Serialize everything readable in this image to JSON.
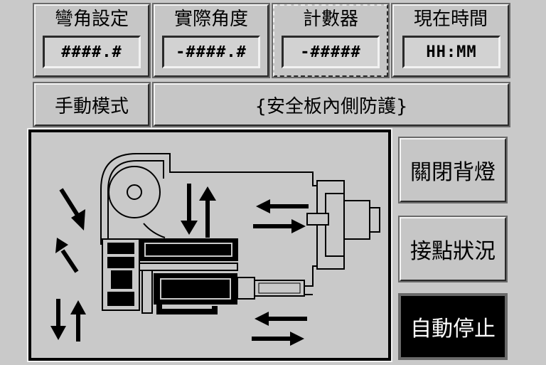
{
  "panels": {
    "bend_setting": {
      "title": "彎角設定",
      "value": "####.#"
    },
    "actual_angle": {
      "title": "實際角度",
      "value": "-####.#"
    },
    "counter": {
      "title": "計數器",
      "value": "-#####"
    },
    "current_time": {
      "title": "現在時間",
      "value": "HH:MM"
    }
  },
  "status": {
    "mode": "手動模式",
    "message": "{安全板內側防護}"
  },
  "buttons": {
    "backlight_off": "關閉背燈",
    "contact_status": "接點狀況",
    "auto_stop": "自動停止"
  },
  "colors": {
    "background": "#c9c9c9",
    "active_button": "#000000"
  }
}
